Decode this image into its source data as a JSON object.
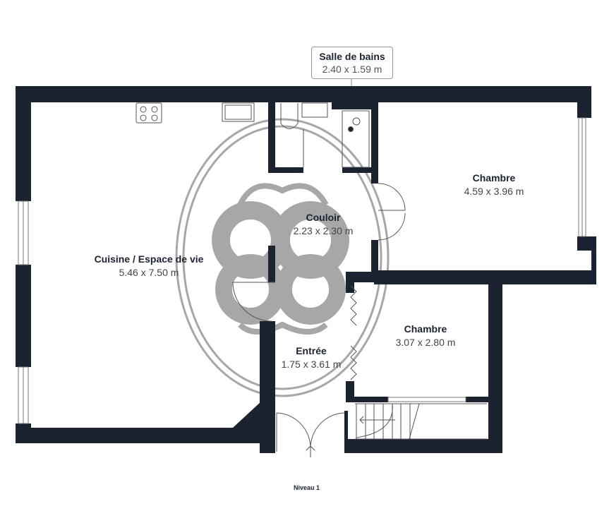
{
  "colors": {
    "wall": "#1c2330",
    "watermark": "#8a8a8a",
    "fixture": "#555555"
  },
  "rooms": [
    {
      "name": "Salle de bains",
      "dims": "2.40 x 1.59 m"
    },
    {
      "name": "Chambre",
      "dims": "4.59 x 3.96 m"
    },
    {
      "name": "Couloir",
      "dims": "2.23 x 2.30 m"
    },
    {
      "name": "Cuisine / Espace de vie",
      "dims": "5.46 x 7.50 m"
    },
    {
      "name": "Chambre",
      "dims": "3.07 x 2.80 m"
    },
    {
      "name": "Entrée",
      "dims": "1.75 x 3.61 m"
    }
  ],
  "level": "Niveau 1"
}
